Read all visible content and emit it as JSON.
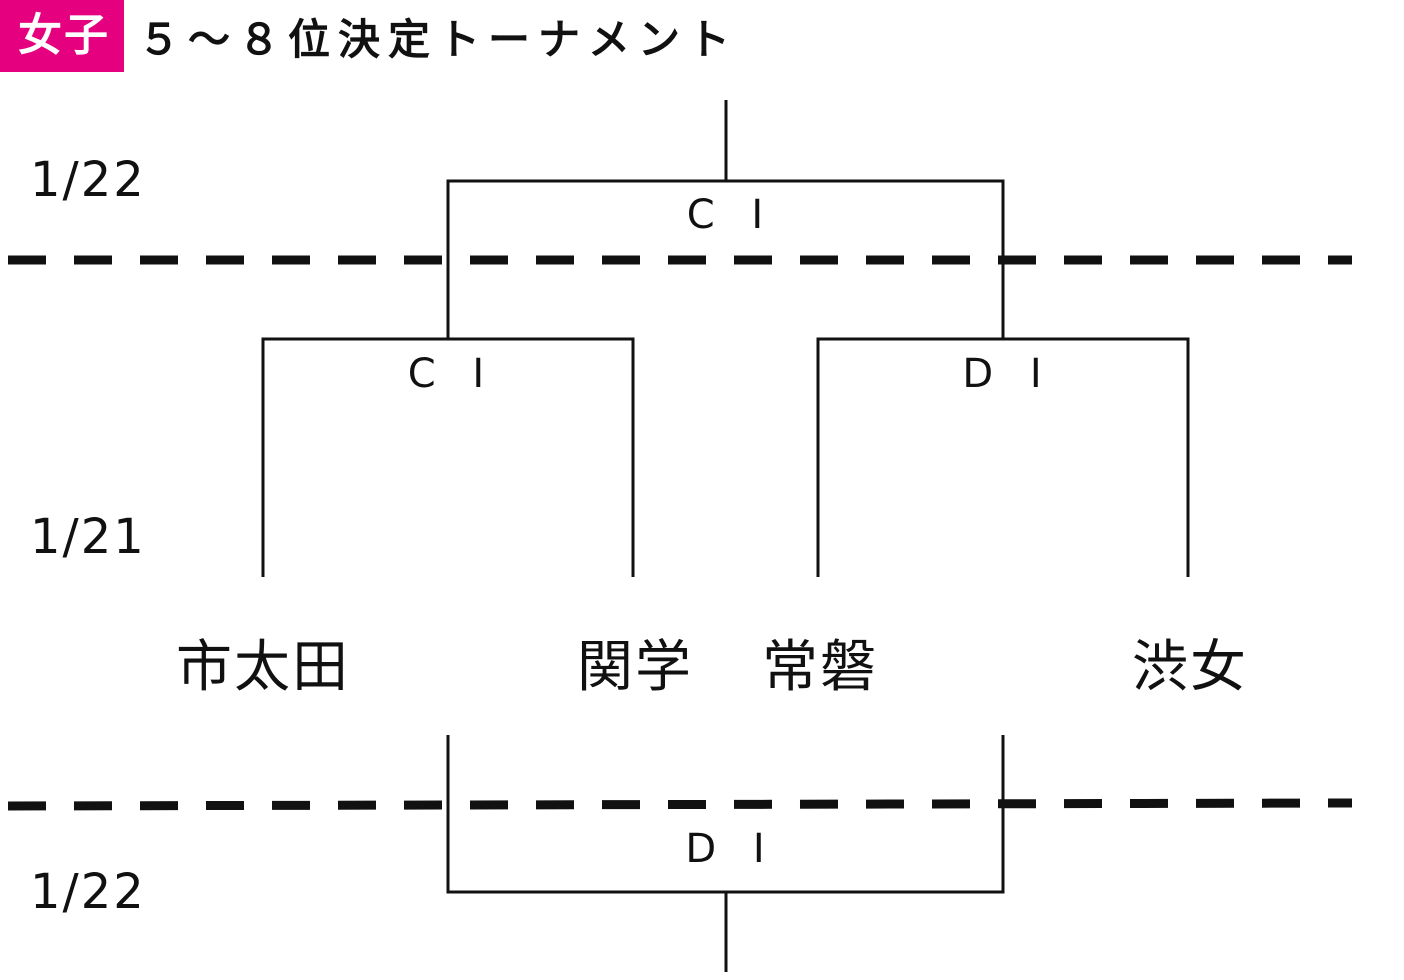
{
  "header": {
    "category": "女子",
    "title": "５～８位決定トーナメント",
    "accent_color": "#e4007f"
  },
  "dates": {
    "upper_final": "1/22",
    "first_round": "1/21",
    "lower_final": "1/22"
  },
  "teams": [
    "市太田",
    "関学",
    "常磐",
    "渋女"
  ],
  "courts": {
    "upper_final": "C I",
    "semi_left": "C I",
    "semi_right": "D I",
    "lower_final": "D I"
  }
}
